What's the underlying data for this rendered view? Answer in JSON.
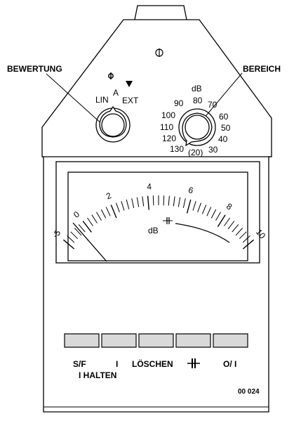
{
  "callouts": {
    "left": "BEWERTUNG",
    "right": "BEREICH"
  },
  "weighting_selector": {
    "positions": [
      "LIN",
      "A",
      "EXT"
    ]
  },
  "range_selector": {
    "unit": "dB",
    "scale_values": [
      "90",
      "80",
      "70",
      "60",
      "50",
      "40",
      "30",
      "(20)",
      "130",
      "120",
      "110",
      "100"
    ]
  },
  "meter": {
    "unit": "dB",
    "scale_labels": [
      "-5",
      "0",
      "2",
      "4",
      "6",
      "8",
      "10"
    ]
  },
  "buttons": [
    {
      "label": "S/F"
    },
    {
      "label": "I"
    },
    {
      "label": "LÖSCHEN"
    },
    {
      "label": ""
    },
    {
      "label": "O/ I"
    }
  ],
  "button_secondary_label": "I HALTEN",
  "figure_number": "00 024",
  "colors": {
    "stroke": "#000000",
    "button_fill": "#d9d9d9",
    "background": "#ffffff"
  }
}
